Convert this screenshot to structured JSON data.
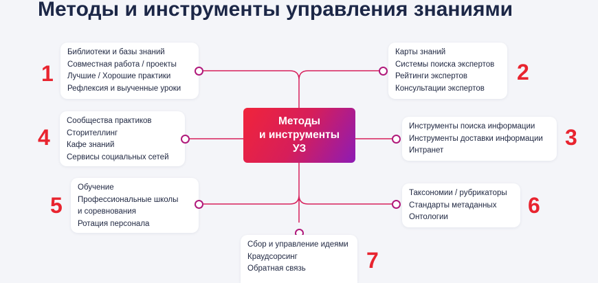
{
  "title": "Методы и инструменты управления знаниями",
  "center": {
    "lines": [
      "Методы",
      "и инструменты",
      "УЗ"
    ]
  },
  "groups": [
    {
      "number": "1",
      "items": [
        "Библиотеки и базы знаний",
        "Совместная работа / проекты",
        "Лучшие / Хорошие практики",
        "Рефлексия и выученные уроки"
      ]
    },
    {
      "number": "2",
      "items": [
        "Карты знаний",
        "Системы поиска экспертов",
        "Рейтинги экспертов",
        "Консультации экспертов"
      ]
    },
    {
      "number": "3",
      "items": [
        "Инструменты поиска информации",
        "Инструменты доставки информации",
        "Интранет"
      ]
    },
    {
      "number": "4",
      "items": [
        "Сообщества практиков",
        "Сторителлинг",
        "Кафе знаний",
        "Сервисы социальных сетей"
      ]
    },
    {
      "number": "5",
      "items": [
        "Обучение",
        "Профессиональные школы",
        "и соревнования",
        "Ротация персонала"
      ]
    },
    {
      "number": "6",
      "items": [
        "Таксономии / рубрикаторы",
        "Стандарты метаданных",
        "Онтологии"
      ]
    },
    {
      "number": "7",
      "items": [
        "Сбор и управление идеями",
        "Краудсорсинг",
        "Обратная связь"
      ]
    }
  ],
  "colors": {
    "title": "#1c2747",
    "number": "#e8242f",
    "connector": "#d61e5a",
    "gradient_start": "#f0243b",
    "gradient_end": "#8d1bb5"
  }
}
